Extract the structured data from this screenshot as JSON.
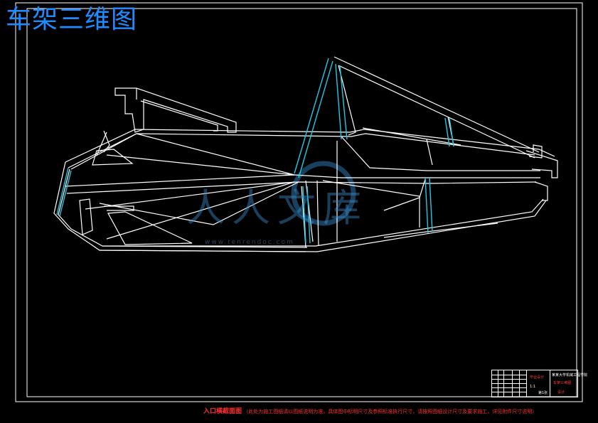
{
  "title": "车架三维图",
  "watermark": {
    "text": "人人文库",
    "subtext": "www.renrendoc.com"
  },
  "note": {
    "lead": "入口横截面图",
    "text": "（此处为施工图纸请以图纸说明为准，具体图中标明尺寸及参照标准执行尺寸，请按照图纸设计尺寸及要求施工，详见附件尺寸说明）"
  },
  "title_block": {
    "school": "毕业设计",
    "org": "某某大学机械工程学院",
    "drawing_name": "车架三维图",
    "sign": "设计",
    "scale": "1:1",
    "sheet": "第1张"
  },
  "colors": {
    "background": "#000000",
    "frame": "#ffffff",
    "title": "#1e8cff",
    "cyan_edge": "#22c8e6",
    "note": "#ff3030"
  }
}
